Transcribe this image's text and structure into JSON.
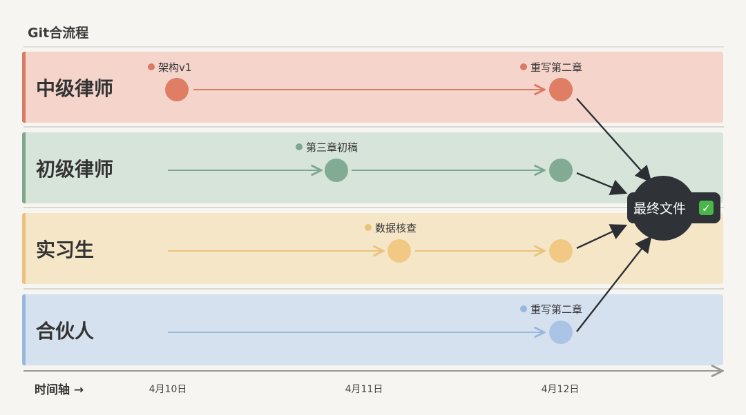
{
  "title": "Git合流程",
  "lanes": [
    {
      "label": "中级律师",
      "color": "#d97b64"
    },
    {
      "label": "初级律师",
      "color": "#7fa790"
    },
    {
      "label": "实习生",
      "color": "#ebc27c"
    },
    {
      "label": "合伙人",
      "color": "#98b8dc"
    }
  ],
  "axis": {
    "label": "时间轴 →",
    "ticks": [
      "4月10日",
      "4月11日",
      "4月12日"
    ]
  },
  "annotations": {
    "mid_v1": "架构v1",
    "mid_rewrite": "重写第二章",
    "junior_draft": "第三章初稿",
    "intern_check": "数据核查",
    "partner_rewrite": "重写第二章"
  },
  "final": {
    "label": "最终文件",
    "check": "✓",
    "fill": "#2f3337",
    "check_color": "#49b649"
  },
  "edge_color": "#2b2f33"
}
